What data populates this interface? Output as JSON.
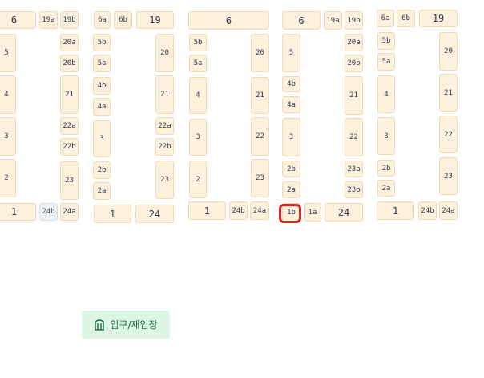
{
  "colors": {
    "seat_fill": "#fdf0dc",
    "seat_border": "#f3d9b1",
    "seat_text": "#2f3b52",
    "seat_gray_fill": "#eef2f6",
    "highlight": "#d92525",
    "entry_fill": "#dcf6e6",
    "entry_text": "#1b6b3a"
  },
  "seats": {
    "b1_6": "6",
    "b1_19a": "19a",
    "b1_19b": "19b",
    "b1_5": "5",
    "b1_20a": "20a",
    "b1_20b": "20b",
    "b1_4": "4",
    "b1_21": "21",
    "b1_3": "3",
    "b1_22a": "22a",
    "b1_22b": "22b",
    "b1_2": "2",
    "b1_23": "23",
    "b1_1": "1",
    "b1_24b": "24b",
    "b1_24a": "24a",
    "b2_6a": "6a",
    "b2_6b": "6b",
    "b2_19": "19",
    "b2_5b": "5b",
    "b2_5a": "5a",
    "b2_20": "20",
    "b2_4b": "4b",
    "b2_4a": "4a",
    "b2_21": "21",
    "b2_3": "3",
    "b2_22a": "22a",
    "b2_22b": "22b",
    "b2_2b": "2b",
    "b2_2a": "2a",
    "b2_23": "23",
    "b2_1": "1",
    "b2_24": "24",
    "b3_6": "6",
    "b3_5b": "5b",
    "b3_5a": "5a",
    "b3_20": "20",
    "b3_4": "4",
    "b3_21": "21",
    "b3_3": "3",
    "b3_22": "22",
    "b3_2": "2",
    "b3_23": "23",
    "b3_1": "1",
    "b3_24b": "24b",
    "b3_24a": "24a",
    "b4_6": "6",
    "b4_19a": "19a",
    "b4_19b": "19b",
    "b4_5": "5",
    "b4_20a": "20a",
    "b4_20b": "20b",
    "b4_4b": "4b",
    "b4_4a": "4a",
    "b4_21": "21",
    "b4_3": "3",
    "b4_22": "22",
    "b4_2b": "2b",
    "b4_2a": "2a",
    "b4_23a": "23a",
    "b4_23b": "23b",
    "b4_1b": "1b",
    "b4_1a": "1a",
    "b4_24": "24",
    "b5_6a": "6a",
    "b5_6b": "6b",
    "b5_19": "19",
    "b5_5b": "5b",
    "b5_5a": "5a",
    "b5_20": "20",
    "b5_4": "4",
    "b5_21": "21",
    "b5_3": "3",
    "b5_22": "22",
    "b5_2b": "2b",
    "b5_2a": "2a",
    "b5_23": "23",
    "b5_1": "1",
    "b5_24b": "24b",
    "b5_24a": "24a"
  },
  "entry": {
    "icon": "gate-icon",
    "label": "입구/재입장"
  }
}
